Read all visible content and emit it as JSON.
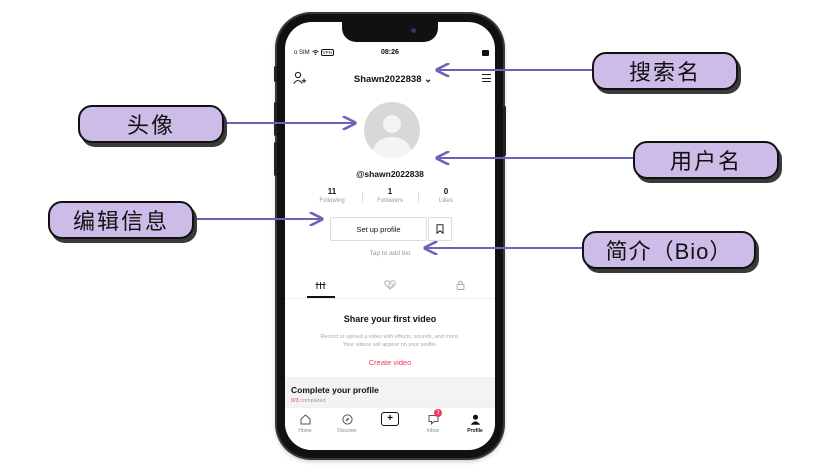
{
  "status_bar": {
    "carrier": "o SIM",
    "vpn": "VPN",
    "time": "08:26"
  },
  "header": {
    "username_title": "Shawn2022838",
    "dropdown_glyph": "⌄"
  },
  "profile": {
    "handle": "@shawn2022838"
  },
  "stats": [
    {
      "value": "11",
      "label": "Following"
    },
    {
      "value": "1",
      "label": "Followers"
    },
    {
      "value": "0",
      "label": "Likes"
    }
  ],
  "actions": {
    "setup_label": "Set up profile"
  },
  "bio": {
    "placeholder": "Tap to add bio"
  },
  "tabs": [
    {
      "icon": "grid-icon",
      "active": true
    },
    {
      "icon": "liked-videos-icon",
      "active": false
    },
    {
      "icon": "lock-icon",
      "active": false
    }
  ],
  "empty_state": {
    "title": "Share your first video",
    "description": "Record or upload a video with effects, sounds, and more. Your videos will appear on your profile.",
    "cta": "Create video"
  },
  "complete_profile": {
    "title": "Complete your profile",
    "progress": "0/3",
    "progress_suffix": " completed"
  },
  "nav": {
    "home": "Home",
    "discover": "Discover",
    "inbox": "Inbox",
    "inbox_badge": "3",
    "profile": "Profile"
  },
  "callouts": {
    "search_name": "搜索名",
    "avatar": "头像",
    "username": "用户名",
    "edit_info": "编辑信息",
    "bio": "简介（Bio）"
  },
  "colors": {
    "callout_bg": "#cdbce8",
    "arrow": "#6a63b8",
    "accent_red": "#f0395a"
  }
}
